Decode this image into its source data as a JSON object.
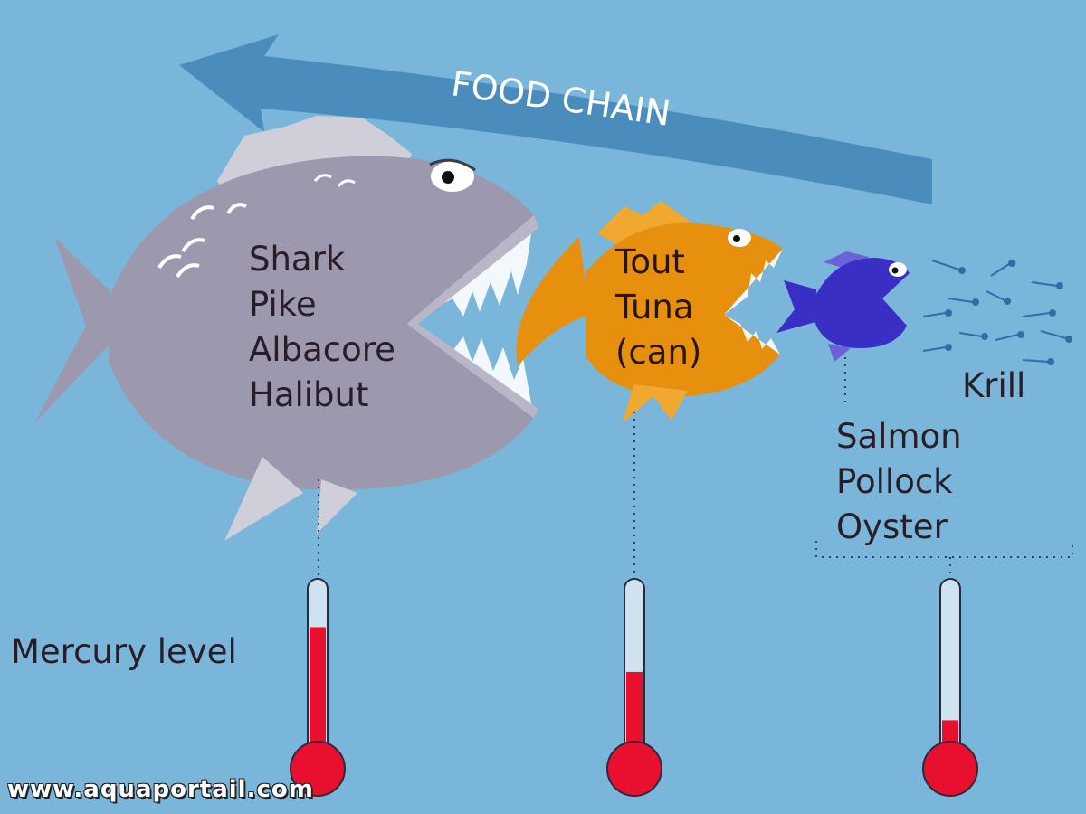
{
  "banner": {
    "text": "FOOD CHAIN"
  },
  "groups": [
    {
      "fish": "large-gray-fish",
      "species": [
        "Shark",
        "Pike",
        "Albacore",
        "Halibut"
      ],
      "mercury_level": 0.73
    },
    {
      "fish": "medium-orange-fish",
      "species": [
        "Tout",
        "Tuna",
        "(can)"
      ],
      "mercury_level": 0.48
    },
    {
      "fish": "small-blue-fish",
      "species": [
        "Salmon",
        "Pollock",
        "Oyster"
      ],
      "mercury_level": 0.21
    }
  ],
  "krill": {
    "label": "Krill"
  },
  "legend": {
    "mercury_label": "Mercury level"
  },
  "watermark": {
    "text": "www.aquaportail.com"
  },
  "colors": {
    "background": "#7ab5da",
    "arrow": "#4a8dbd",
    "large_fish": "#9c98ad",
    "medium_fish": "#e6900e",
    "small_fish": "#3a2fc4",
    "mercury": "#e8102e"
  }
}
